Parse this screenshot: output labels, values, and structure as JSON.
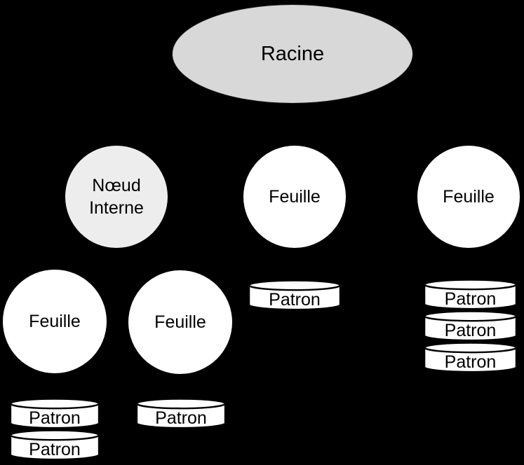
{
  "colors": {
    "background": "#000000",
    "root_fill": "#d8d8d8",
    "internal_node_fill": "#ededed",
    "leaf_fill": "#ffffff",
    "cylinder_fill": "#ffffff",
    "outline": "#000000",
    "text": "#000000"
  },
  "nodes": {
    "root": {
      "label": "Racine"
    },
    "internal": {
      "label": "Nœud Interne",
      "line1": "Nœud",
      "line2": "Interne"
    },
    "leaf_middle": {
      "label": "Feuille"
    },
    "leaf_right": {
      "label": "Feuille"
    },
    "leaf_bottom_left": {
      "label": "Feuille"
    },
    "leaf_bottom_second": {
      "label": "Feuille"
    }
  },
  "stores": {
    "bottom_left": {
      "cylinders": [
        "Patron",
        "Patron"
      ]
    },
    "bottom_second": {
      "cylinders": [
        "Patron"
      ]
    },
    "middle": {
      "cylinders": [
        "Patron"
      ]
    },
    "right": {
      "cylinders": [
        "Patron",
        "Patron",
        "Patron"
      ]
    }
  }
}
